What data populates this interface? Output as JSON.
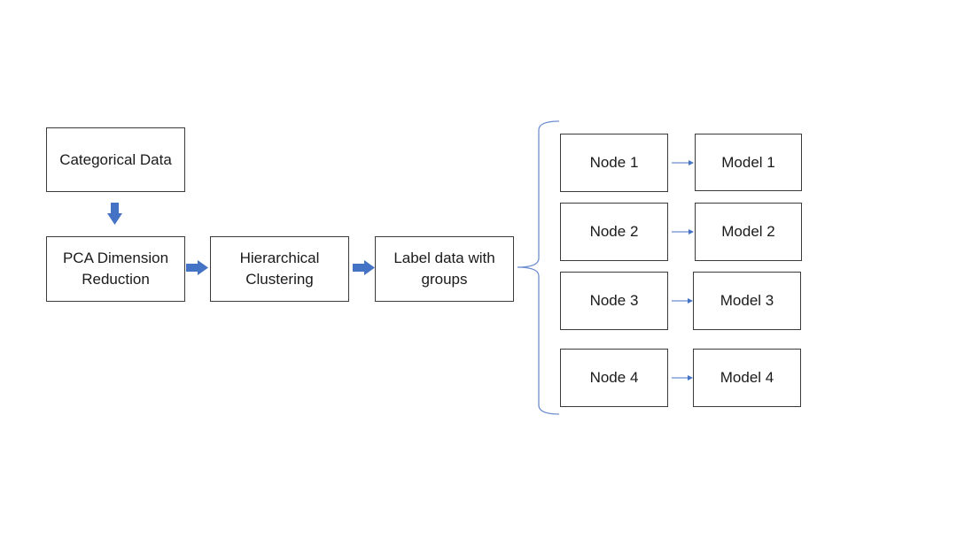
{
  "diagram": {
    "categorical_data": "Categorical Data",
    "pca": "PCA Dimension Reduction",
    "hierarchical": "Hierarchical Clustering",
    "label_data": "Label data with groups",
    "nodes": [
      "Node 1",
      "Node 2",
      "Node 3",
      "Node 4"
    ],
    "models": [
      "Model 1",
      "Model 2",
      "Model 3",
      "Model 4"
    ]
  },
  "colors": {
    "arrow": "#4472c4",
    "bracket": "#6f8fd0",
    "border": "#3a3a3a",
    "text": "#1a1a1a"
  }
}
